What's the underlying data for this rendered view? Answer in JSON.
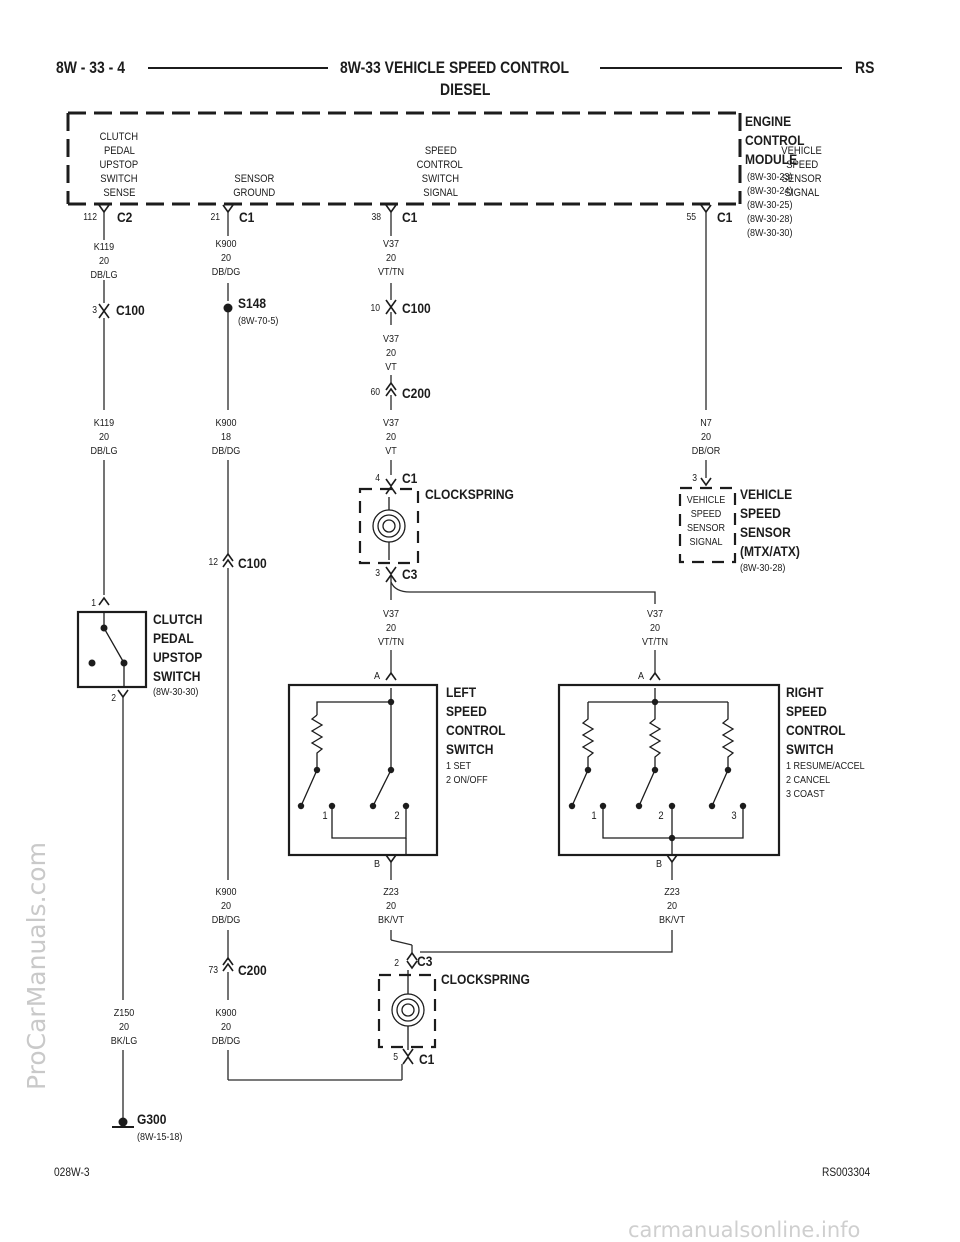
{
  "header": {
    "page_ref": "8W - 33 - 4",
    "title_line1": "8W-33 VEHICLE SPEED CONTROL",
    "title_line2": "DIESEL",
    "model": "RS"
  },
  "footer": {
    "left": "028W-3",
    "right": "RS003304"
  },
  "watermarks": {
    "side": "ProCarManuals.com",
    "bottom": "carmanualsonline.info"
  },
  "ecm": {
    "name": [
      "ENGINE",
      "CONTROL",
      "MODULE"
    ],
    "refs": [
      "(8W-30-23)",
      "(8W-30-24)",
      "(8W-30-25)",
      "(8W-30-28)",
      "(8W-30-30)"
    ],
    "pins": [
      {
        "label": [
          "CLUTCH",
          "PEDAL",
          "UPSTOP",
          "SWITCH",
          "SENSE"
        ],
        "cavity": "112",
        "connector": "C2"
      },
      {
        "label": [
          "SENSOR",
          "GROUND"
        ],
        "cavity": "21",
        "connector": "C1"
      },
      {
        "label": [
          "SPEED",
          "CONTROL",
          "SWITCH",
          "SIGNAL"
        ],
        "cavity": "38",
        "connector": "C1"
      },
      {
        "label": [
          "VEHICLE",
          "SPEED",
          "SENSOR",
          "SIGNAL"
        ],
        "cavity": "55",
        "connector": "C1"
      }
    ]
  },
  "wires": {
    "k119_a": [
      "K119",
      "20",
      "DB/LG"
    ],
    "k119_b": [
      "K119",
      "20",
      "DB/LG"
    ],
    "k900_a": [
      "K900",
      "20",
      "DB/DG"
    ],
    "k900_b": [
      "K900",
      "18",
      "DB/DG"
    ],
    "k900_c": [
      "K900",
      "20",
      "DB/DG"
    ],
    "k900_d": [
      "K900",
      "20",
      "DB/DG"
    ],
    "v37_a": [
      "V37",
      "20",
      "VT/TN"
    ],
    "v37_b": [
      "V37",
      "20",
      "VT"
    ],
    "v37_c": [
      "V37",
      "20",
      "VT"
    ],
    "v37_left": [
      "V37",
      "20",
      "VT/TN"
    ],
    "v37_right": [
      "V37",
      "20",
      "VT/TN"
    ],
    "n7": [
      "N7",
      "20",
      "DB/OR"
    ],
    "z23_left": [
      "Z23",
      "20",
      "BK/VT"
    ],
    "z23_right": [
      "Z23",
      "20",
      "BK/VT"
    ],
    "z150": [
      "Z150",
      "20",
      "BK/LG"
    ]
  },
  "connectors": {
    "c100_k119": {
      "cavity": "3",
      "name": "C100"
    },
    "c100_v37": {
      "cavity": "10",
      "name": "C100"
    },
    "c200_v37": {
      "cavity": "60",
      "name": "C200"
    },
    "c100_k900": {
      "cavity": "12",
      "name": "C100"
    },
    "c200_k900": {
      "cavity": "73",
      "name": "C200"
    },
    "cs1_top": {
      "cavity": "4",
      "name": "C1"
    },
    "cs1_bot": {
      "cavity": "3",
      "name": "C3"
    },
    "cs2_top": {
      "cavity": "2",
      "name": "C3"
    },
    "cs2_bot": {
      "cavity": "5",
      "name": "C1"
    },
    "vss_pin": {
      "cavity": "3"
    },
    "clutch_p1": {
      "cavity": "1"
    },
    "clutch_p2": {
      "cavity": "2"
    },
    "left_a": {
      "cavity": "A"
    },
    "left_b": {
      "cavity": "B"
    },
    "right_a": {
      "cavity": "A"
    },
    "right_b": {
      "cavity": "B"
    }
  },
  "splice": {
    "name": "S148",
    "ref": "(8W-70-5)"
  },
  "ground": {
    "name": "G300",
    "ref": "(8W-15-18)"
  },
  "clockspring": {
    "name": "CLOCKSPRING"
  },
  "vss": {
    "name": [
      "VEHICLE",
      "SPEED",
      "SENSOR",
      "(MTX/ATX)"
    ],
    "ref": "(8W-30-28)",
    "inner": [
      "VEHICLE",
      "SPEED",
      "SENSOR",
      "SIGNAL"
    ]
  },
  "clutch_switch": {
    "name": [
      "CLUTCH",
      "PEDAL",
      "UPSTOP",
      "SWITCH"
    ],
    "ref": "(8W-30-30)"
  },
  "left_switch": {
    "name": [
      "LEFT",
      "SPEED",
      "CONTROL",
      "SWITCH"
    ],
    "legend": [
      "1 SET",
      "2 ON/OFF"
    ],
    "positions": [
      "1",
      "2"
    ]
  },
  "right_switch": {
    "name": [
      "RIGHT",
      "SPEED",
      "CONTROL",
      "SWITCH"
    ],
    "legend": [
      "1 RESUME/ACCEL",
      "2 CANCEL",
      "3 COAST"
    ],
    "positions": [
      "1",
      "2",
      "3"
    ]
  }
}
